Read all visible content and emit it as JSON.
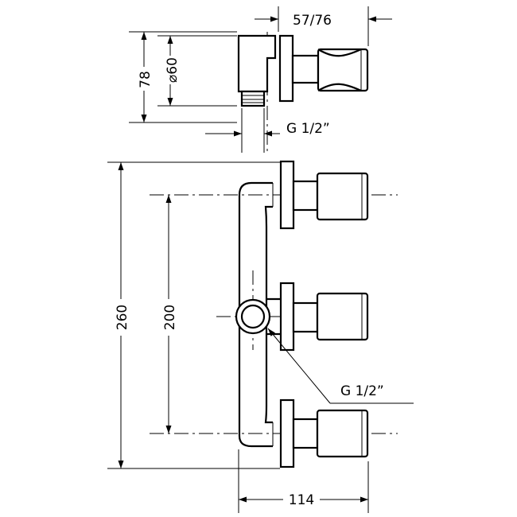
{
  "dimensions": {
    "projection_depth": "57/76",
    "height_top_view": "78",
    "diameter": "⌀60",
    "thread_top": "G 1/2”",
    "overall_height": "260",
    "center_distance": "200",
    "thread_inlet": "G 1/2”",
    "overall_width": "114"
  }
}
